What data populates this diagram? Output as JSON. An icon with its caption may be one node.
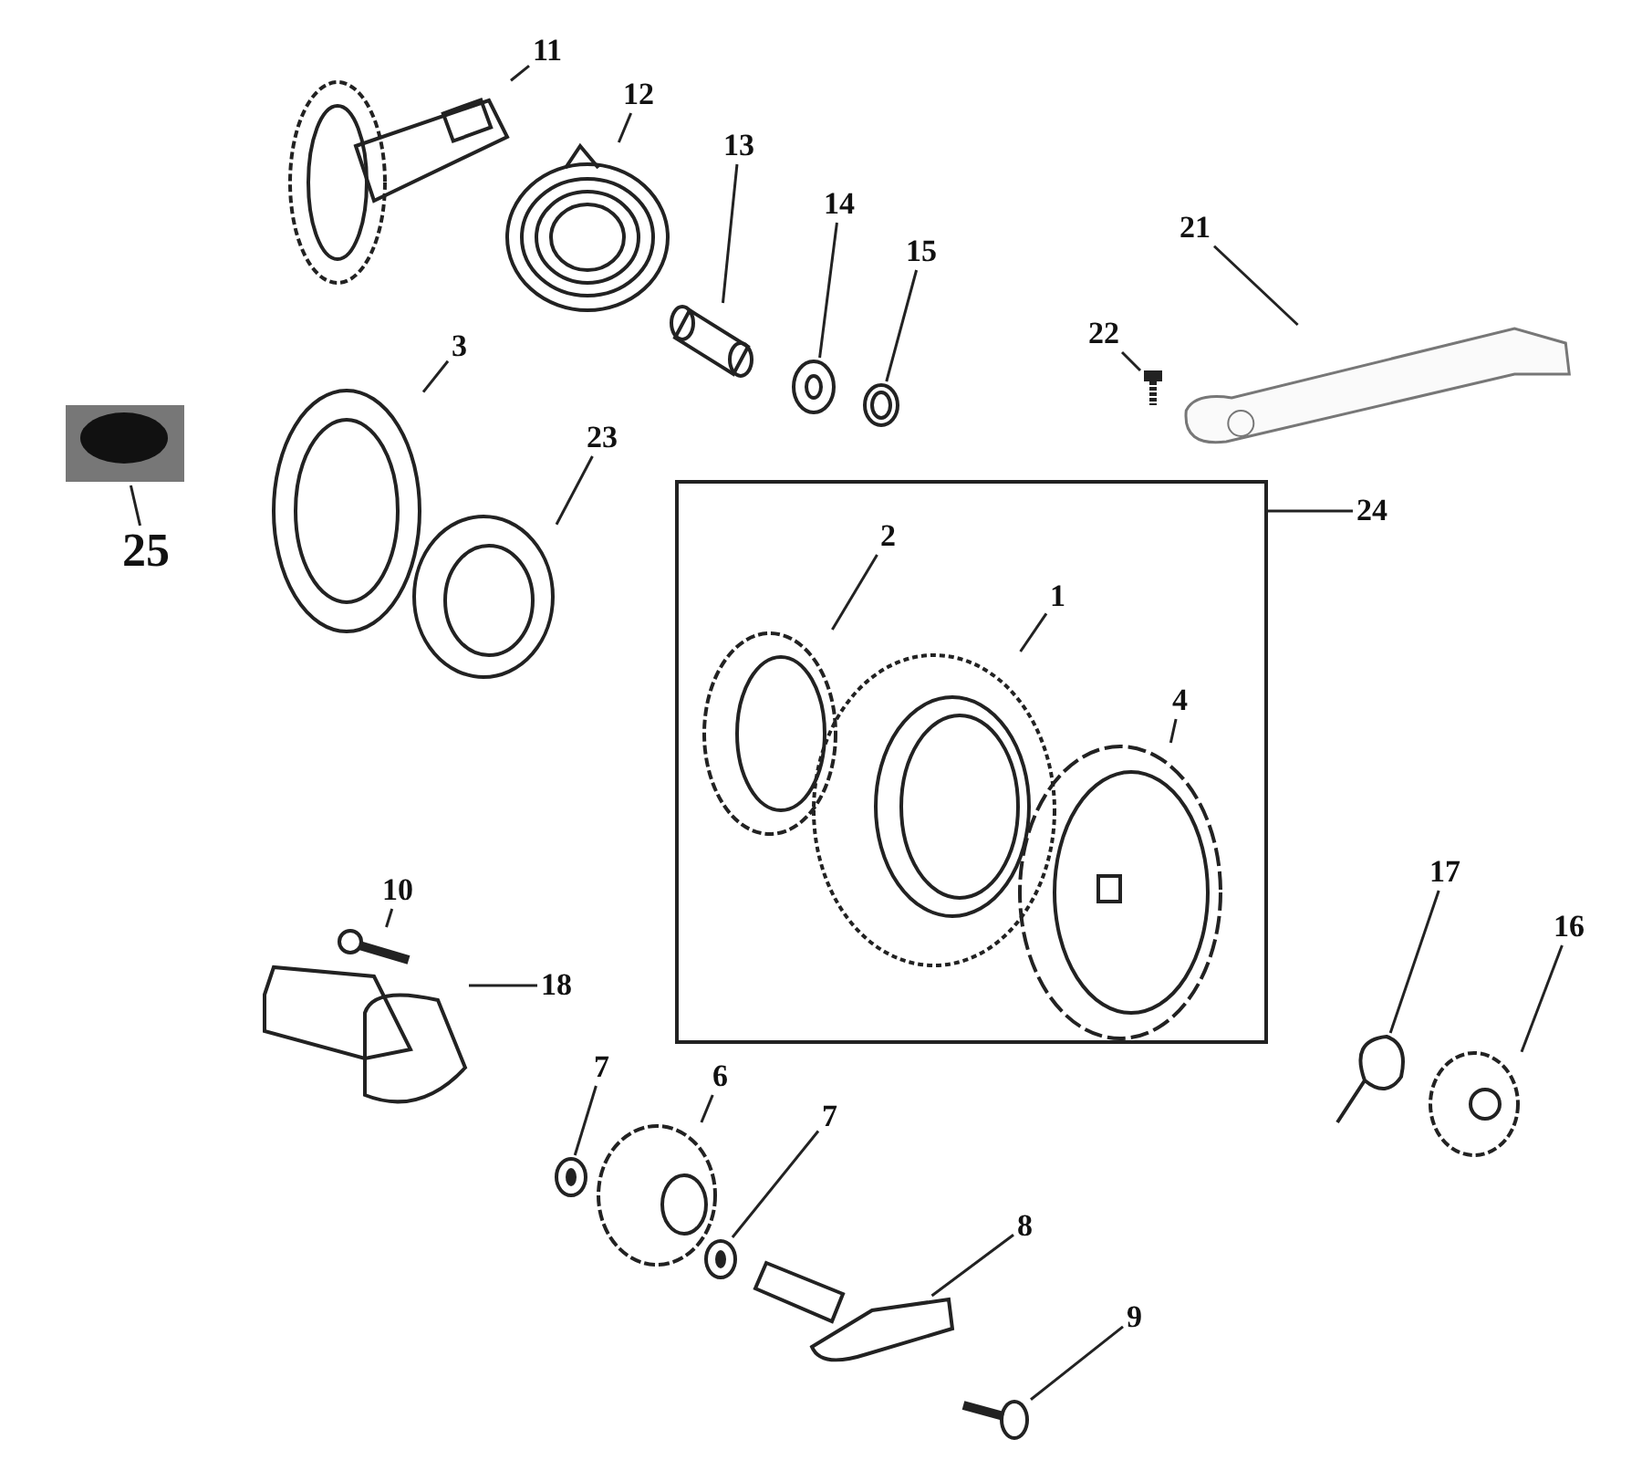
{
  "diagram": {
    "nodes": [
      {
        "text": [
          "11"
        ]
      },
      {
        "text": [
          "12"
        ]
      },
      {
        "text": [
          "13"
        ]
      },
      {
        "text": [
          "14"
        ]
      },
      {
        "text": [
          "15"
        ]
      },
      {
        "text": [
          "21"
        ]
      },
      {
        "text": [
          "22"
        ]
      },
      {
        "text": [
          "3"
        ]
      },
      {
        "text": [
          "25"
        ]
      },
      {
        "text": [
          "23"
        ]
      },
      {
        "text": [],
        "shape": "box"
      },
      {
        "text": [
          "24"
        ]
      },
      {
        "text": [
          "2"
        ],
        "in": 10
      },
      {
        "text": [
          "1"
        ],
        "in": 10
      },
      {
        "text": [
          "4"
        ],
        "in": 10
      },
      {
        "text": [
          "10"
        ]
      },
      {
        "text": [
          "17"
        ]
      },
      {
        "text": [
          "16"
        ]
      },
      {
        "text": [
          "18"
        ]
      },
      {
        "text": [
          "7"
        ]
      },
      {
        "text": [
          "6"
        ]
      },
      {
        "text": [
          "7"
        ]
      },
      {
        "text": [
          "8"
        ]
      },
      {
        "text": [
          "9"
        ]
      },
      {
        "text": [],
        "shape": "picture"
      },
      {
        "text": [],
        "shape": "picture"
      },
      {
        "text": [],
        "shape": "picture"
      },
      {
        "text": [],
        "shape": "picture"
      },
      {
        "text": [],
        "shape": "picture"
      },
      {
        "text": [],
        "shape": "picture"
      },
      {
        "text": [],
        "shape": "picture"
      },
      {
        "text": [],
        "shape": "picture"
      },
      {
        "text": [],
        "shape": "picture"
      },
      {
        "text": [],
        "shape": "picture"
      },
      {
        "text": [],
        "shape": "picture",
        "in": 10
      },
      {
        "text": [],
        "shape": "picture",
        "in": 10
      },
      {
        "text": [],
        "shape": "picture",
        "in": 10
      },
      {
        "text": [],
        "shape": "picture"
      },
      {
        "text": [],
        "shape": "picture"
      },
      {
        "text": [],
        "shape": "picture"
      },
      {
        "text": [],
        "shape": "picture"
      },
      {
        "text": [],
        "shape": "picture"
      },
      {
        "text": [],
        "shape": "picture"
      },
      {
        "text": [],
        "shape": "picture"
      },
      {
        "text": [],
        "shape": "picture"
      },
      {
        "text": [],
        "shape": "picture"
      }
    ],
    "edges": [
      {
        "from": 0,
        "to": 24,
        "arrow": "none"
      },
      {
        "from": 1,
        "to": 25,
        "arrow": "none"
      },
      {
        "from": 2,
        "to": 26,
        "arrow": "none"
      },
      {
        "from": 3,
        "to": 27,
        "arrow": "none"
      },
      {
        "from": 4,
        "to": 28,
        "arrow": "none"
      },
      {
        "from": 5,
        "to": 29,
        "arrow": "none"
      },
      {
        "from": 6,
        "to": 30,
        "arrow": "none"
      },
      {
        "from": 7,
        "to": 31,
        "arrow": "none"
      },
      {
        "from": 8,
        "to": 32,
        "arrow": "none"
      },
      {
        "from": 9,
        "to": 33,
        "arrow": "none"
      },
      {
        "from": 11,
        "to": 10,
        "arrow": "none"
      },
      {
        "from": 12,
        "to": 34,
        "arrow": "none"
      },
      {
        "from": 13,
        "to": 35,
        "arrow": "none"
      },
      {
        "from": 14,
        "to": 36,
        "arrow": "none"
      },
      {
        "from": 15,
        "to": 37,
        "arrow": "none"
      },
      {
        "from": 16,
        "to": 38,
        "arrow": "none"
      },
      {
        "from": 17,
        "to": 39,
        "arrow": "none"
      },
      {
        "from": 18,
        "to": 40,
        "arrow": "none"
      },
      {
        "from": 19,
        "to": 41,
        "arrow": "none"
      },
      {
        "from": 20,
        "to": 42,
        "arrow": "none"
      },
      {
        "from": 21,
        "to": 43,
        "arrow": "none"
      },
      {
        "from": 22,
        "to": 44,
        "arrow": "none"
      },
      {
        "from": 23,
        "to": 45,
        "arrow": "none"
      }
    ]
  }
}
